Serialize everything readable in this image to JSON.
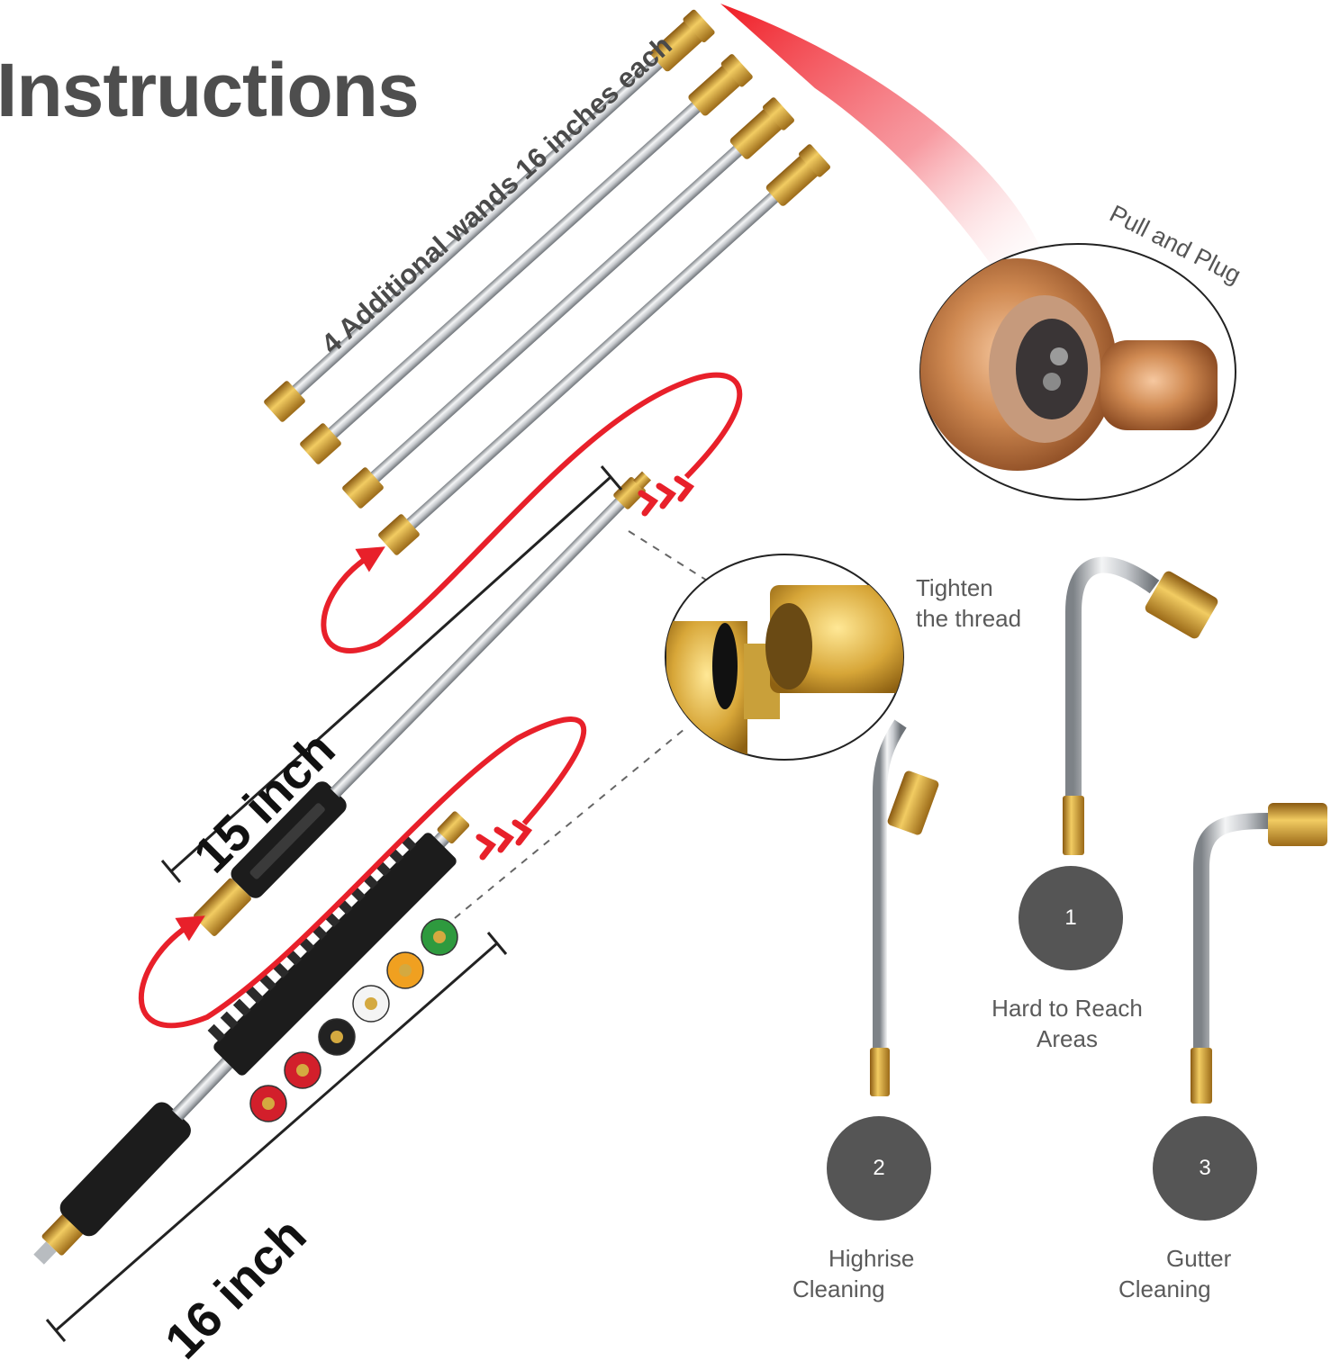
{
  "title": "Instructions",
  "wands_label": "4 Additional wands 16 inches each",
  "pull_plug_label": "Pull and Plug",
  "tighten": {
    "line1": "Tighten",
    "line2": "the thread"
  },
  "lengths": {
    "upper": "15 inch",
    "lower": "16 inch"
  },
  "uses": [
    {
      "number": "1",
      "line1": "Hard to Reach",
      "line2": "Areas"
    },
    {
      "number": "2",
      "line1": "Highrise",
      "line2": "Cleaning"
    },
    {
      "number": "3",
      "line1": "Gutter",
      "line2": "Cleaning"
    }
  ],
  "colors": {
    "accent_red": "#e8202a",
    "badge": "#555555",
    "brass": "#c99a2e",
    "steel": "#c9ccd0",
    "grip": "#1c1c1c"
  },
  "nozzle_tip_colors": [
    "#d21f2b",
    "#d21f2b",
    "#222222",
    "#f4f4f4",
    "#f0a020",
    "#2e9a3e"
  ]
}
